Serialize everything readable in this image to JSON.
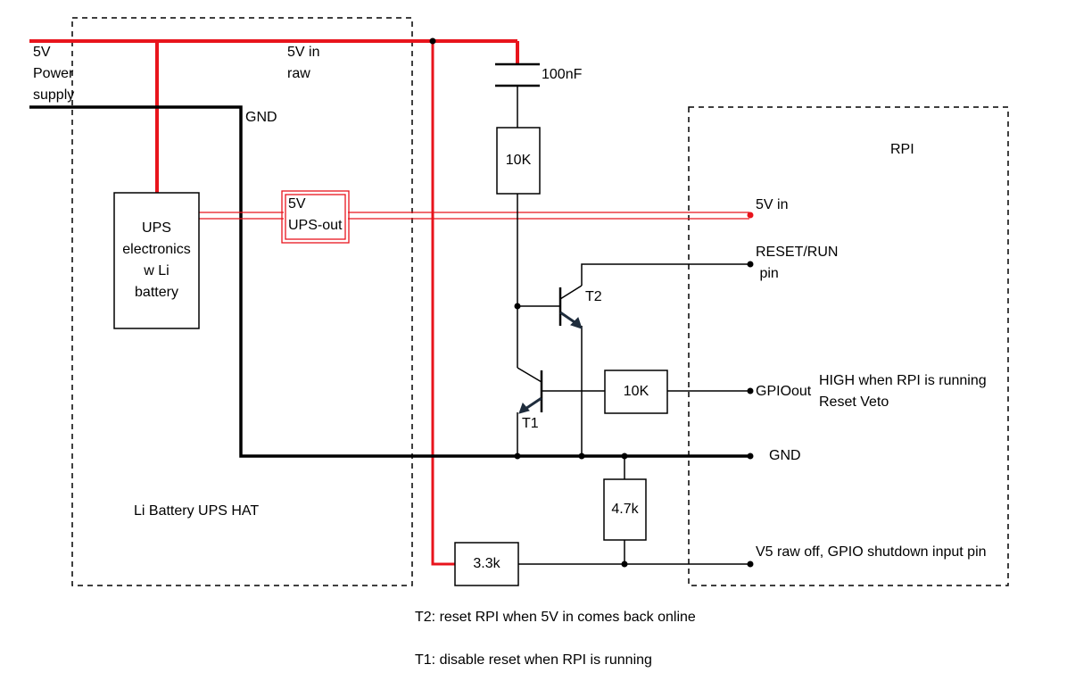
{
  "colors": {
    "power": "#e8141c",
    "wire": "#000000",
    "dash": "#000000",
    "arrow": "#1f2d3d"
  },
  "labels": {
    "supply": "5V\nPower\nsupply",
    "v5_raw": "5V in\nraw",
    "gnd_top": "GND",
    "cap": "100nF",
    "r_top": "10K",
    "rpi": "RPI",
    "ups_block": "UPS\nelectronics\nw Li\nbattery",
    "ups_out": "5V\nUPS-out",
    "pin_5v_in": "5V in",
    "pin_reset": "RESET/RUN\n pin",
    "t2": "T2",
    "r_mid": "10K",
    "pin_gpio_out": "GPIOout",
    "gpio_note": "HIGH when RPI is running\nReset Veto",
    "t1": "T1",
    "gnd_right": "GND",
    "hat": "Li Battery UPS HAT",
    "r_47k": "4.7k",
    "r_33k": "3.3k",
    "pin_shutdown": "V5 raw off,  GPIO shutdown input pin",
    "note_t2": "T2: reset RPI when 5V in comes back online",
    "note_t1": "T1: disable reset when RPI is running"
  }
}
